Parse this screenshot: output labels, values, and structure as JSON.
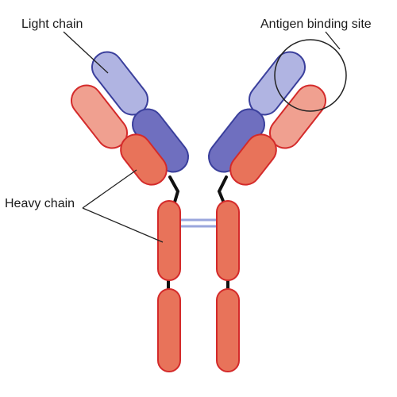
{
  "labels": {
    "light_chain": "Light chain",
    "antigen_binding_site": "Antigen binding site",
    "heavy_chain": "Heavy chain"
  },
  "colors": {
    "heavy_fill": "#e8735a",
    "heavy_fill_light": "#f0a090",
    "heavy_stroke": "#d42a2a",
    "light_fill": "#6f6fbf",
    "light_fill_light": "#b0b4e2",
    "light_stroke": "#3a3f9c",
    "linker": "#111111",
    "disulfide": "#9aa6dc",
    "leader_line": "#222222"
  }
}
